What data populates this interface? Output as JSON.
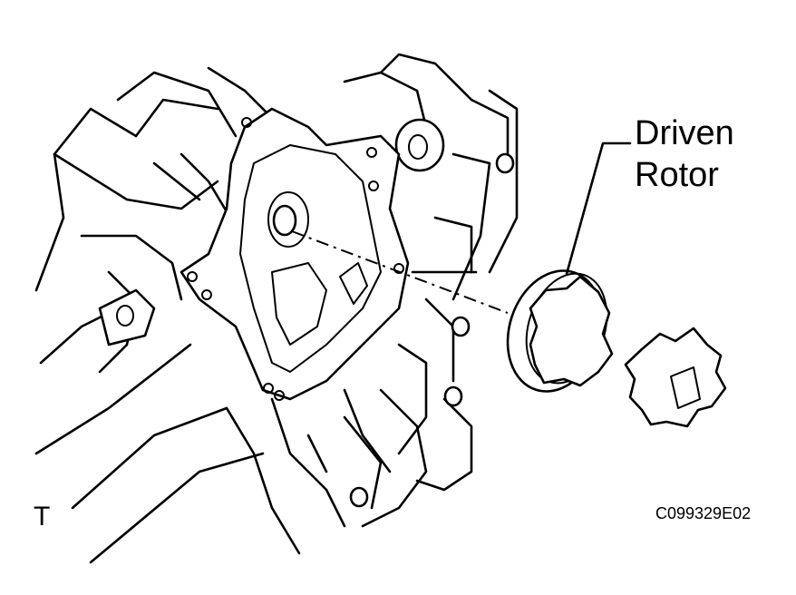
{
  "callout": {
    "line1": "Driven",
    "line2": "Rotor"
  },
  "view_code": "T",
  "figure_id": "C099329E02",
  "colors": {
    "ink": "#000000",
    "background": "#ffffff"
  },
  "icons": [
    "engine-block-drawing",
    "oil-pump-housing",
    "driven-rotor",
    "drive-rotor"
  ]
}
